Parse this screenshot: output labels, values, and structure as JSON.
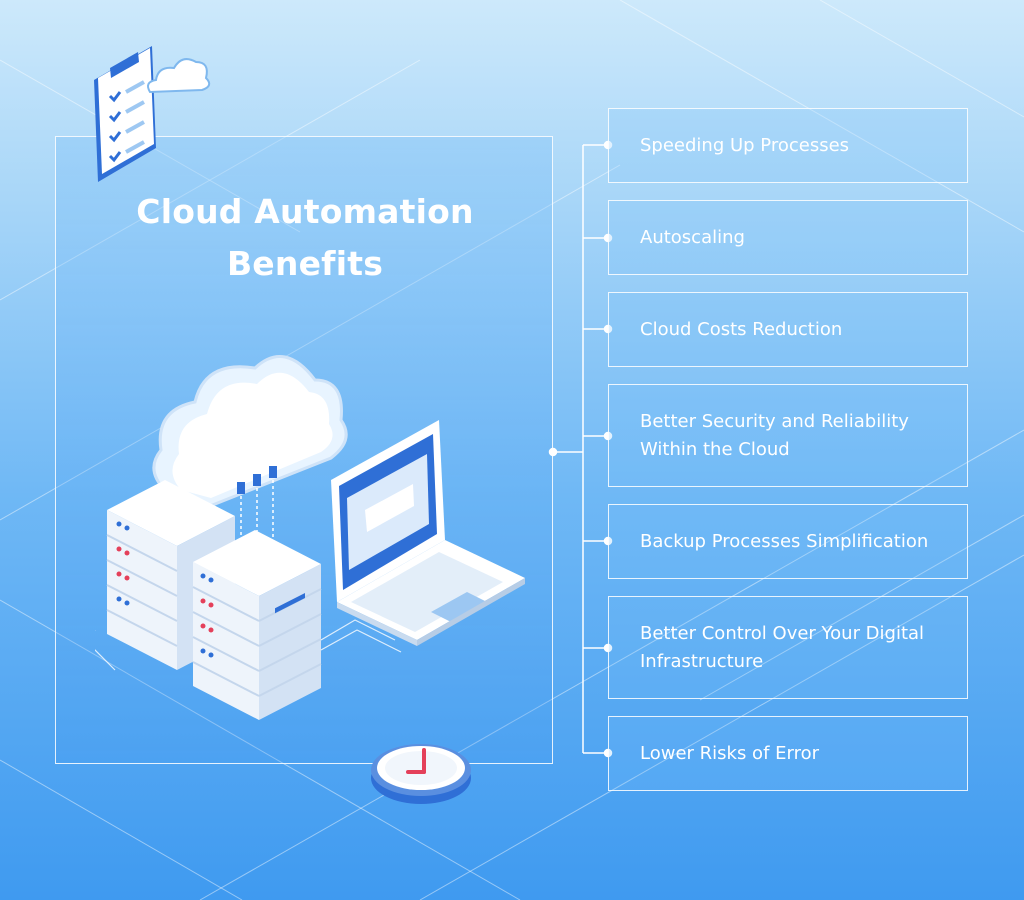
{
  "title": {
    "line1": "Cloud Automation",
    "line2": "Benefits"
  },
  "benefits": [
    {
      "label": "Speeding Up Processes"
    },
    {
      "label": "Autoscaling"
    },
    {
      "label": "Cloud Costs Reduction"
    },
    {
      "label": "Better Security and Reliability Within the Cloud"
    },
    {
      "label": "Backup Processes Simplification"
    },
    {
      "label": "Better Control Over Your Digital Infrastructure"
    },
    {
      "label": "Lower Risks of Error"
    }
  ],
  "icons": [
    "checklist-icon",
    "cloud-icon",
    "server-rack-icon",
    "laptop-icon",
    "clock-icon"
  ],
  "colors": {
    "background_top": "#cde9fb",
    "background_bottom": "#3f9af0",
    "accent_blue": "#2f6fd6",
    "alert_red": "#e4405a",
    "text": "#ffffff"
  }
}
